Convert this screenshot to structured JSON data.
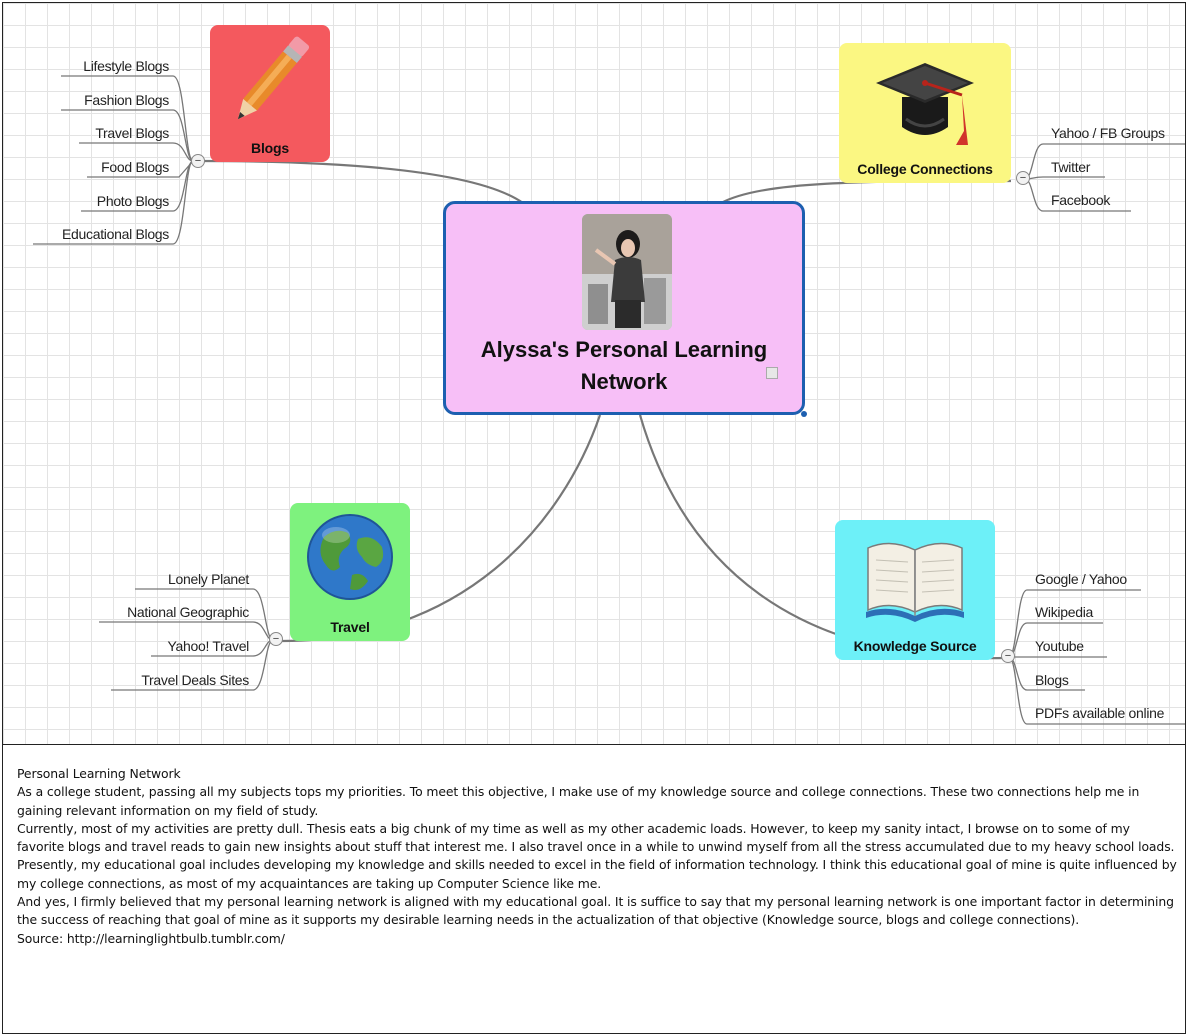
{
  "central": {
    "title_line1": "Alyssa's Personal Learning",
    "title_line2": "Network"
  },
  "topics": {
    "blogs": {
      "title": "Blogs",
      "color": "#f4595e",
      "icon": "pencil-icon",
      "items": [
        "Lifestyle Blogs",
        "Fashion Blogs",
        "Travel Blogs",
        "Food Blogs",
        "Photo Blogs",
        "Educational Blogs"
      ]
    },
    "college": {
      "title": "College Connections",
      "color": "#fbf782",
      "icon": "graduation-cap-icon",
      "items": [
        "Yahoo / FB Groups",
        "Twitter",
        "Facebook"
      ]
    },
    "travel": {
      "title": "Travel",
      "color": "#7ef27e",
      "icon": "globe-icon",
      "items": [
        "Lonely Planet",
        "National Geographic",
        "Yahoo! Travel",
        "Travel Deals Sites"
      ]
    },
    "knowledge": {
      "title": "Knowledge Source",
      "color": "#6df0f8",
      "icon": "open-book-icon",
      "items": [
        "Google / Yahoo",
        "Wikipedia",
        "Youtube",
        "Blogs",
        "PDFs available online"
      ]
    }
  },
  "collapse_symbol": "−",
  "description": {
    "heading": "Personal Learning Network",
    "paragraphs": [
      "As a college student, passing all my subjects tops my priorities.  To meet this objective, I make use of my knowledge source and college connections.  These two connections help me in gaining relevant information on my field of study.",
      "Currently, most of my activities are pretty dull.  Thesis eats a big chunk of my time as well as my other academic loads.  However, to keep my sanity intact, I browse on to some of my favorite blogs and travel reads to gain new insights about stuff that interest me.  I also travel once in a while to unwind myself from all the stress accumulated due to my heavy school loads.",
      "Presently, my educational goal includes developing my knowledge and skills needed to excel in the field of information technology.   I think this educational goal of mine is quite influenced by my college connections, as most of my acquaintances are taking up Computer Science like me.",
      "And yes, I firmly believed that my personal learning network is aligned with my educational goal.  It is suffice to say that my personal learning network is one important factor in determining the success of reaching that goal of mine as it supports my desirable learning needs in the actualization of that objective (Knowledge source, blogs and college connections).",
      "Source: http://learninglightbulb.tumblr.com/"
    ]
  }
}
